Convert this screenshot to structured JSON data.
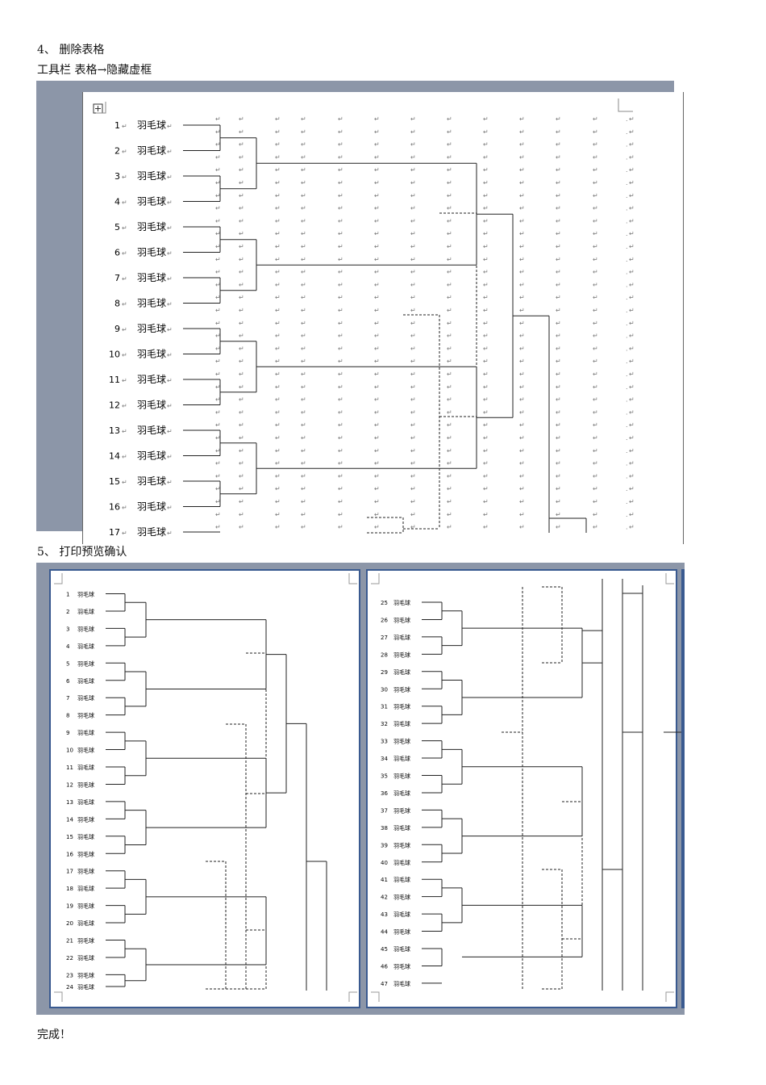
{
  "doc": {
    "step4_heading": "4、 删除表格",
    "step4_path": "工具栏 表格→隐藏虚框",
    "step5_heading": "5、 打印预览确认",
    "done": "完成！"
  },
  "editor": {
    "row_suffix_mark": "↵",
    "item_label": "羽毛球",
    "rows": [
      "1",
      "2",
      "3",
      "4",
      "5",
      "6",
      "7",
      "8",
      "9",
      "10",
      "11",
      "12",
      "13",
      "14",
      "15",
      "16",
      "17"
    ]
  },
  "preview": {
    "item_label": "羽毛球",
    "page1_rows": [
      "1",
      "2",
      "3",
      "4",
      "5",
      "6",
      "7",
      "8",
      "9",
      "10",
      "11",
      "12",
      "13",
      "14",
      "15",
      "16",
      "17",
      "18",
      "19",
      "20",
      "21",
      "22",
      "23",
      "24"
    ],
    "page2_rows": [
      "25",
      "26",
      "27",
      "28",
      "29",
      "30",
      "31",
      "32",
      "33",
      "34",
      "35",
      "36",
      "37",
      "38",
      "39",
      "40",
      "41",
      "42",
      "43",
      "44",
      "45",
      "46",
      "47"
    ]
  },
  "colors": {
    "frame": "#8c96a8",
    "page_border": "#3a5a90",
    "line": "#222222"
  }
}
